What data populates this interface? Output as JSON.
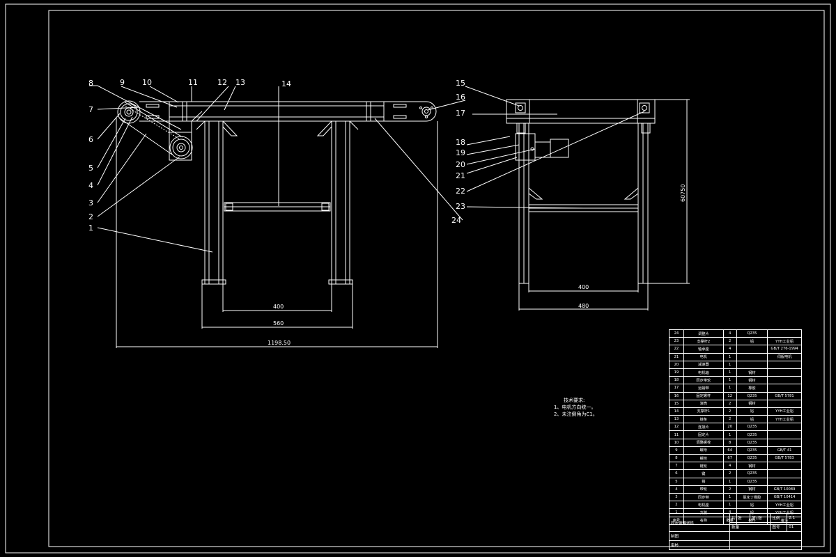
{
  "drawing": {
    "callouts_left": [
      "1",
      "2",
      "3",
      "4",
      "5",
      "6",
      "7",
      "8",
      "9",
      "10",
      "11",
      "12",
      "13",
      "14",
      "24"
    ],
    "callouts_right": [
      "15",
      "16",
      "17",
      "18",
      "19",
      "20",
      "21",
      "22",
      "23"
    ],
    "dims": {
      "d400_front": "400",
      "d560": "560",
      "d1198": "1198.50",
      "d400_side": "400",
      "d480": "480",
      "d_height": "60750"
    }
  },
  "notes": {
    "title": "技术要求:",
    "lines": [
      "1、电机方向统一。",
      "2、未注倒角为C1。"
    ]
  },
  "parts": [
    [
      "24",
      "调整片",
      "4",
      "Q235",
      ""
    ],
    [
      "23",
      "支撑杆2",
      "2",
      "铝",
      "YYH工业铝"
    ],
    [
      "22",
      "轴承座",
      "4",
      "",
      "GB/T 276-1994"
    ],
    [
      "21",
      "电机",
      "1",
      "",
      "伺服电机"
    ],
    [
      "20",
      "减速器",
      "1",
      "",
      ""
    ],
    [
      "19",
      "电机轴",
      "1",
      "钢材",
      ""
    ],
    [
      "18",
      "同步带轮",
      "1",
      "钢材",
      ""
    ],
    [
      "17",
      "运输带",
      "1",
      "橡胶",
      ""
    ],
    [
      "16",
      "固定螺杆",
      "12",
      "Q235",
      "GB/T 5781"
    ],
    [
      "15",
      "滚筒",
      "2",
      "钢材",
      ""
    ],
    [
      "14",
      "支撑杆1",
      "2",
      "铝",
      "YYH工业铝"
    ],
    [
      "13",
      "链条",
      "2",
      "铝",
      "YYH工业铝"
    ],
    [
      "12",
      "连接片",
      "20",
      "Q235",
      ""
    ],
    [
      "11",
      "固定片",
      "1",
      "Q235",
      ""
    ],
    [
      "10",
      "调整螺栓",
      "8",
      "Q235",
      ""
    ],
    [
      "9",
      "螺母",
      "64",
      "Q235",
      "GB/T 41"
    ],
    [
      "8",
      "螺栓",
      "67",
      "Q235",
      "GB/T 5783"
    ],
    [
      "7",
      "链轮",
      "4",
      "钢材",
      ""
    ],
    [
      "6",
      "键",
      "2",
      "Q235",
      ""
    ],
    [
      "5",
      "销",
      "1",
      "Q235",
      ""
    ],
    [
      "4",
      "带轮",
      "2",
      "钢材",
      "GB/T 10089"
    ],
    [
      "3",
      "同步带",
      "1",
      "氯化丁橡胶",
      "GB/T 10414"
    ],
    [
      "2",
      "电机座",
      "1",
      "铝",
      "YYH工业铝"
    ],
    [
      "1",
      "支腿",
      "4",
      "铝",
      "YYH工业铝"
    ],
    [
      "序号",
      "名称",
      "数量",
      "材料",
      "备注"
    ]
  ],
  "titleblock": {
    "name": "同步带输送机",
    "sheets": "共1张",
    "sheet_no": "第1张",
    "scale_label": "比例",
    "scale": "2:1",
    "qty_label": "数量",
    "drawing_no_label": "图号",
    "drawing_no": "01",
    "draw_label": "制图",
    "check_label": "审核"
  }
}
